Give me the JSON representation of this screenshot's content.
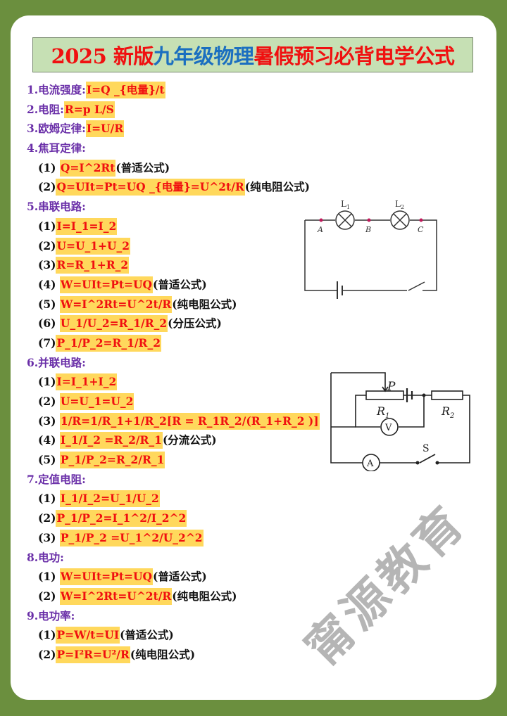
{
  "title": {
    "part1": "2025 新版",
    "part2": "九年级物理",
    "part3": "暑假预习必背电学公式"
  },
  "watermark": "甯源教育",
  "sections": [
    {
      "heading": "1.电流强度:",
      "formula": "I=Q _{电量}/t",
      "items": []
    },
    {
      "heading": "2.电阻:",
      "formula": "R=p L/S",
      "items": []
    },
    {
      "heading": "3.欧姆定律:",
      "formula": "I=U/R",
      "items": []
    },
    {
      "heading": "4.焦耳定律:",
      "items": [
        {
          "label": "(1) ",
          "formula": "Q=I^2Rt",
          "note": "(普适公式)"
        },
        {
          "label": "(2)",
          "formula": "Q=UIt=Pt=UQ _{电量}=U^2t/R",
          "note": "(纯电阻公式)"
        }
      ]
    },
    {
      "heading": "5.串联电路:",
      "items": [
        {
          "label": "(1)",
          "formula": "I=I_1=I_2",
          "note": ""
        },
        {
          "label": "(2)",
          "formula": "U=U_1+U_2",
          "note": ""
        },
        {
          "label": "(3)",
          "formula": "R=R_1+R_2",
          "note": ""
        },
        {
          "label": "(4) ",
          "formula": "W=UIt=Pt=UQ",
          "note": "(普适公式)"
        },
        {
          "label": "(5) ",
          "formula": "W=I^2Rt=U^2t/R",
          "note": "(纯电阻公式)"
        },
        {
          "label": "(6) ",
          "formula": "U_1/U_2=R_1/R_2",
          "note": "(分压公式)"
        },
        {
          "label": "(7)",
          "formula": "P_1/P_2=R_1/R_2",
          "note": ""
        }
      ]
    },
    {
      "heading": "6.并联电路:",
      "items": [
        {
          "label": "(1)",
          "formula": "I=I_1+I_2",
          "note": ""
        },
        {
          "label": "(2) ",
          "formula": "U=U_1=U_2",
          "note": ""
        },
        {
          "label": "(3) ",
          "formula": "1/R=1/R_1+1/R_2[R = R_1R_2/(R_1+R_2 )]",
          "note": ""
        },
        {
          "label": "(4) ",
          "formula": "I_1/I_2 =R_2/R_1",
          "note": "(分流公式)"
        },
        {
          "label": "(5) ",
          "formula": "P_1/P_2=R_2/R_1",
          "note": ""
        }
      ]
    },
    {
      "heading": "7.定值电阻:",
      "items": [
        {
          "label": "(1) ",
          "formula": "I_1/I_2=U_1/U_2",
          "note": ""
        },
        {
          "label": "(2)",
          "formula": "P_1/P_2=I_1^2/I_2^2",
          "note": ""
        },
        {
          "label": "(3) ",
          "formula": "P_1/P_2 =U_1^2/U_2^2",
          "note": ""
        }
      ]
    },
    {
      "heading": "8.电功:",
      "items": [
        {
          "label": "(1) ",
          "formula": "W=UIt=Pt=UQ",
          "note": "(普适公式)"
        },
        {
          "label": "(2) ",
          "formula": "W=I^2Rt=U^2t/R",
          "note": "(纯电阻公式)"
        }
      ]
    },
    {
      "heading": "9.电功率:",
      "items": [
        {
          "label": "(1)",
          "formula": "P=W/t=UI",
          "note": "(普适公式)"
        },
        {
          "label": "(2)",
          "formula": "P=I²R=U²/R",
          "note": "(纯电阻公式)"
        }
      ]
    }
  ],
  "circuit1": {
    "L1": "L",
    "L1sub": "1",
    "L2": "L",
    "L2sub": "2",
    "A": "A",
    "B": "B",
    "C": "C"
  },
  "circuit2": {
    "P": "P",
    "R1": "R",
    "R1sub": "1",
    "R2": "R",
    "R2sub": "2",
    "V": "V",
    "A": "A",
    "S": "S"
  }
}
